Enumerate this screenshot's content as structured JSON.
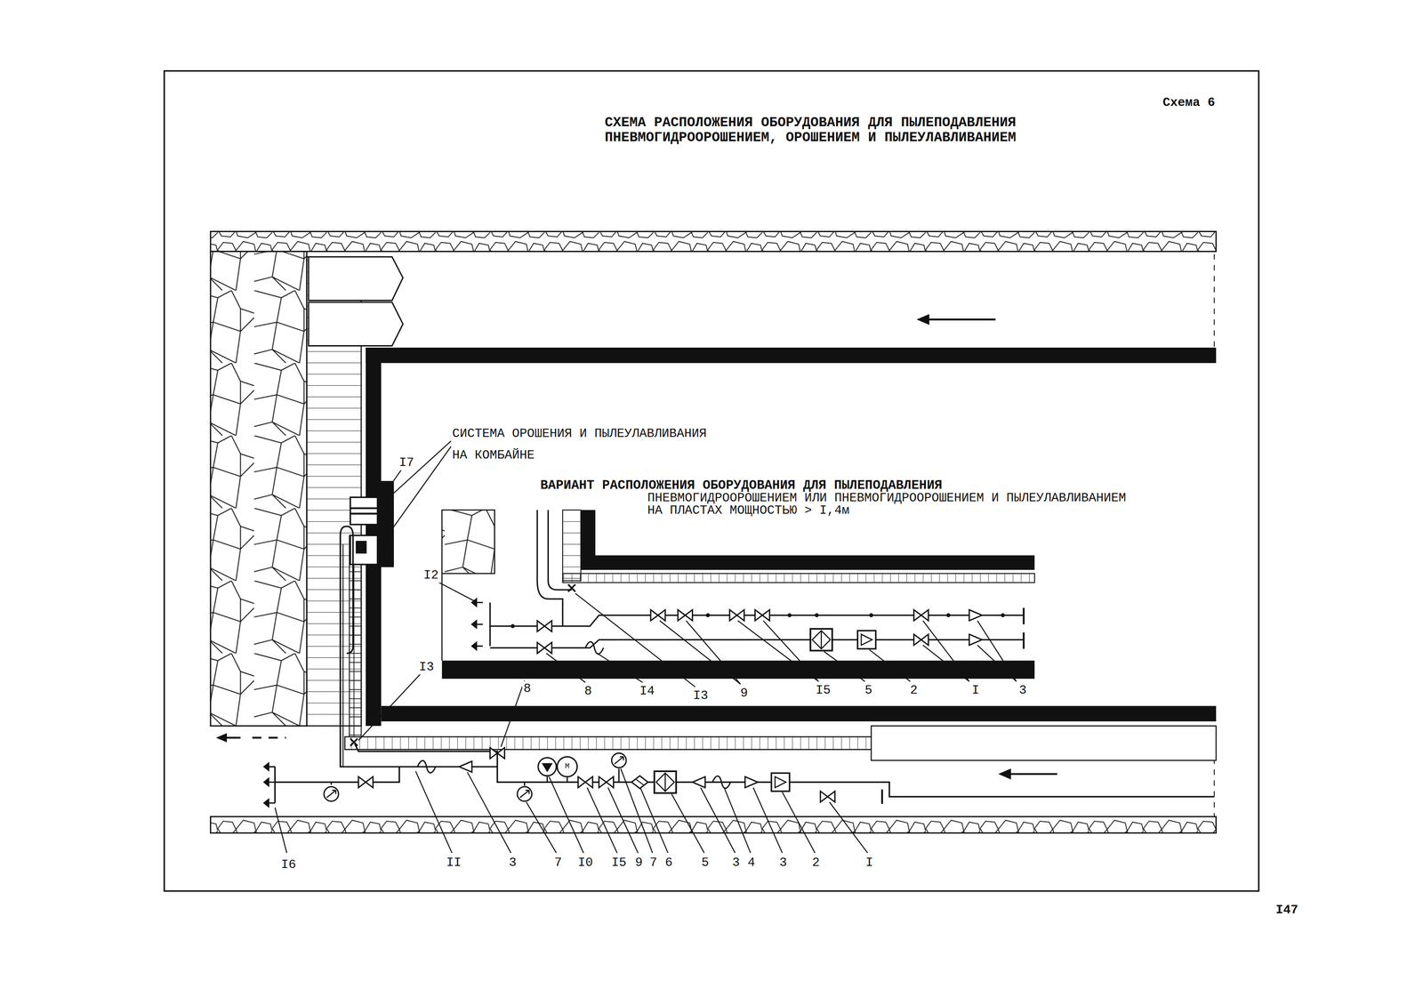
{
  "diagram": {
    "title": "СХЕМА РАСПОЛОЖЕНИЯ ОБОРУДОВАНИЯ ДЛЯ ПЫЛЕПОДАВЛЕНИЯ ПНЕВМОГИДРООРОШЕНИЕМ, ОРОШЕНИЕМ И ПЫЛЕУЛАВЛИВАНИЕМ",
    "labels": [
      "Схема 6",
      "СИСТЕМА ОРОШЕНИЯ И ПЫЛЕУЛАВЛИВАНИЯ НА КОМБАЙНЕ",
      "I7",
      "ВАРИАНТ РАСПОЛОЖЕНИЯ ОБОРУДОВАНИЯ ДЛЯ ПЫЛЕПОДАВЛЕНИЯ",
      "ПНЕВМОГИДРООРОШЕНИЕМ ИЛИ ПНЕВМОГИДРООРОШЕНИЕМ И ПЫЛЕУЛАВЛИВАНИЕМ НА ПЛАСТАХ МОЩНОСТЬЮ > I,4м",
      "I2",
      "8",
      "I4",
      "I3",
      "9",
      "I5",
      "5",
      "2",
      "I",
      "3",
      "I3",
      "8",
      "M",
      "I6",
      "II",
      "3",
      "7",
      "I0",
      "I5",
      "9",
      "7",
      "6",
      "5",
      "3",
      "4",
      "3",
      "2",
      "I",
      "I47"
    ]
  }
}
